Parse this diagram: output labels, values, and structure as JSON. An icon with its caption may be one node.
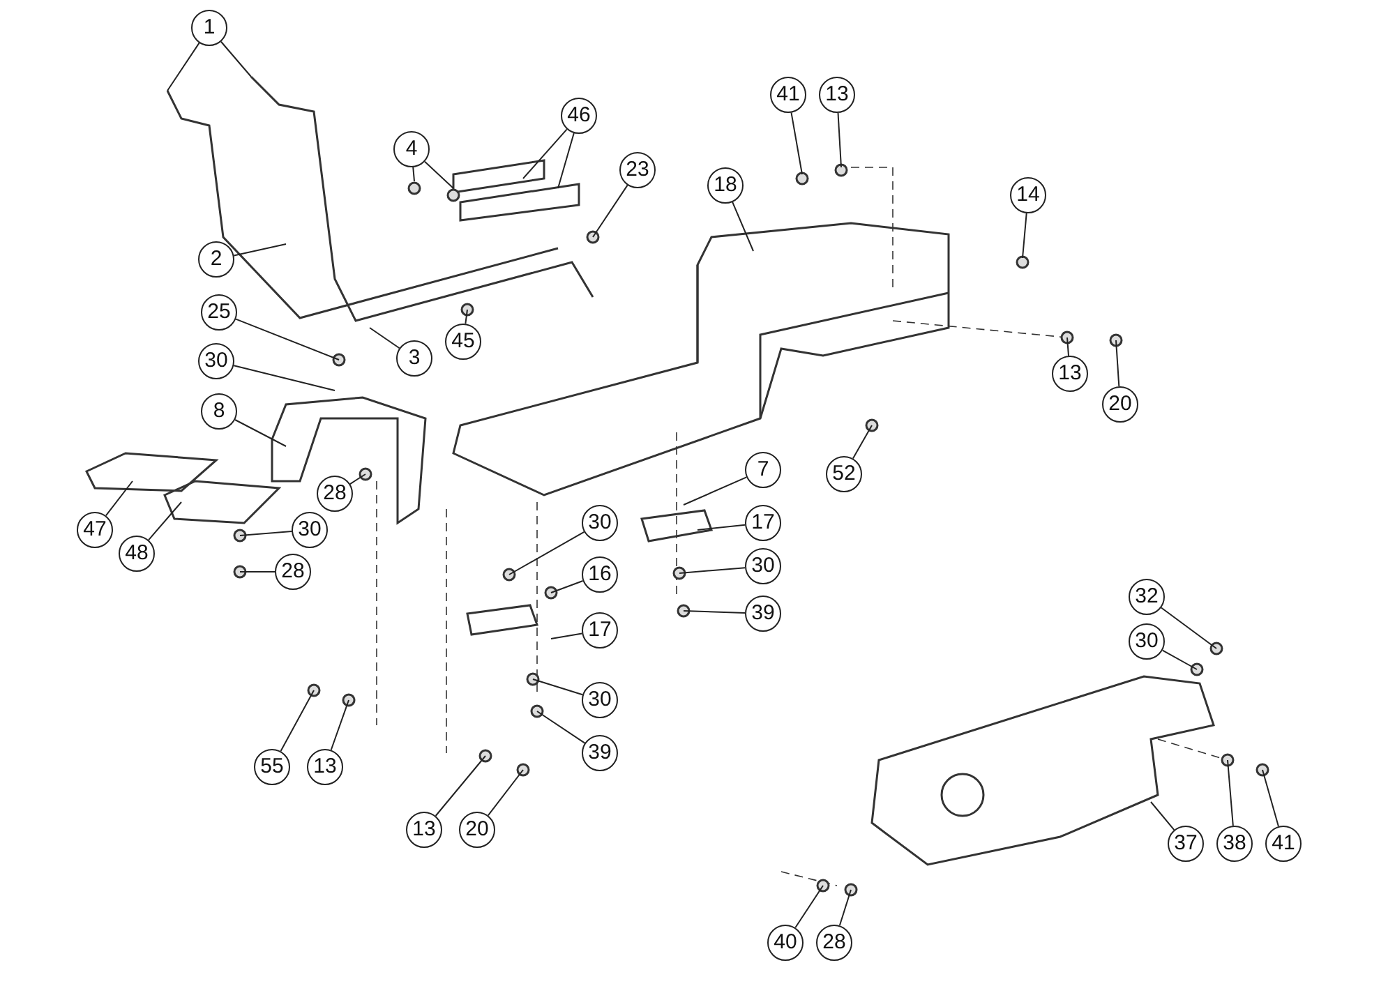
{
  "diagram": {
    "nodes": [
      {
        "text": [
          "1"
        ]
      },
      {
        "text": [
          "41"
        ]
      },
      {
        "text": [
          "13"
        ]
      },
      {
        "text": [
          "46"
        ]
      },
      {
        "text": [
          "4"
        ]
      },
      {
        "text": [
          "23"
        ]
      },
      {
        "text": [
          "18"
        ]
      },
      {
        "text": [
          "14"
        ]
      },
      {
        "text": [
          "2"
        ]
      },
      {
        "text": [
          "25"
        ]
      },
      {
        "text": [
          "3"
        ]
      },
      {
        "text": [
          "45"
        ]
      },
      {
        "text": [
          "30"
        ]
      },
      {
        "text": [
          "13"
        ]
      },
      {
        "text": [
          "20"
        ]
      },
      {
        "text": [
          "8"
        ]
      },
      {
        "text": [
          "52"
        ]
      },
      {
        "text": [
          "7"
        ]
      },
      {
        "text": [
          "28"
        ]
      },
      {
        "text": [
          "47"
        ]
      },
      {
        "text": [
          "30"
        ]
      },
      {
        "text": [
          "48"
        ]
      },
      {
        "text": [
          "30"
        ]
      },
      {
        "text": [
          "17"
        ]
      },
      {
        "text": [
          "28"
        ]
      },
      {
        "text": [
          "16"
        ]
      },
      {
        "text": [
          "30"
        ]
      },
      {
        "text": [
          "39"
        ]
      },
      {
        "text": [
          "17"
        ]
      },
      {
        "text": [
          "32"
        ]
      },
      {
        "text": [
          "30"
        ]
      },
      {
        "text": [
          "30"
        ]
      },
      {
        "text": [
          "39"
        ]
      },
      {
        "text": [
          "55"
        ]
      },
      {
        "text": [
          "13"
        ]
      },
      {
        "text": [
          "13"
        ]
      },
      {
        "text": [
          "20"
        ]
      },
      {
        "text": [
          "37"
        ]
      },
      {
        "text": [
          "38"
        ]
      },
      {
        "text": [
          "41"
        ]
      },
      {
        "text": [
          "40"
        ]
      },
      {
        "text": [
          "28"
        ]
      }
    ],
    "edges": [
      {
        "from": 0,
        "to": null,
        "arrow": "none"
      },
      {
        "from": 0,
        "to": null,
        "arrow": "none"
      },
      {
        "from": 1,
        "to": null,
        "arrow": "none"
      },
      {
        "from": 2,
        "to": null,
        "arrow": "none"
      },
      {
        "from": 3,
        "to": null,
        "arrow": "none"
      },
      {
        "from": 3,
        "to": null,
        "arrow": "none"
      },
      {
        "from": 4,
        "to": null,
        "arrow": "none"
      },
      {
        "from": 4,
        "to": null,
        "arrow": "none"
      },
      {
        "from": 5,
        "to": null,
        "arrow": "none"
      },
      {
        "from": 6,
        "to": null,
        "arrow": "none"
      },
      {
        "from": 7,
        "to": null,
        "arrow": "none"
      },
      {
        "from": 8,
        "to": null,
        "arrow": "none"
      },
      {
        "from": 9,
        "to": null,
        "arrow": "none"
      },
      {
        "from": 10,
        "to": null,
        "arrow": "none"
      },
      {
        "from": 11,
        "to": null,
        "arrow": "none"
      },
      {
        "from": 12,
        "to": null,
        "arrow": "none"
      },
      {
        "from": 13,
        "to": null,
        "arrow": "none"
      },
      {
        "from": 14,
        "to": null,
        "arrow": "none"
      },
      {
        "from": 15,
        "to": null,
        "arrow": "none"
      },
      {
        "from": 16,
        "to": null,
        "arrow": "none"
      },
      {
        "from": 17,
        "to": null,
        "arrow": "none"
      },
      {
        "from": 18,
        "to": null,
        "arrow": "none"
      },
      {
        "from": 19,
        "to": null,
        "arrow": "none"
      },
      {
        "from": 20,
        "to": null,
        "arrow": "none"
      },
      {
        "from": 21,
        "to": null,
        "arrow": "none"
      },
      {
        "from": 22,
        "to": null,
        "arrow": "none"
      },
      {
        "from": 23,
        "to": null,
        "arrow": "none"
      },
      {
        "from": 24,
        "to": null,
        "arrow": "none"
      },
      {
        "from": 25,
        "to": null,
        "arrow": "none"
      },
      {
        "from": 26,
        "to": null,
        "arrow": "none"
      },
      {
        "from": 27,
        "to": null,
        "arrow": "none"
      },
      {
        "from": 28,
        "to": null,
        "arrow": "none"
      },
      {
        "from": 29,
        "to": null,
        "arrow": "none"
      },
      {
        "from": 30,
        "to": null,
        "arrow": "none"
      },
      {
        "from": 31,
        "to": null,
        "arrow": "none"
      },
      {
        "from": 32,
        "to": null,
        "arrow": "none"
      },
      {
        "from": 33,
        "to": null,
        "arrow": "none"
      },
      {
        "from": 34,
        "to": null,
        "arrow": "none"
      },
      {
        "from": 35,
        "to": null,
        "arrow": "none"
      },
      {
        "from": 36,
        "to": null,
        "arrow": "none"
      },
      {
        "from": 37,
        "to": null,
        "arrow": "none"
      },
      {
        "from": 38,
        "to": null,
        "arrow": "none"
      },
      {
        "from": 39,
        "to": null,
        "arrow": "none"
      },
      {
        "from": 40,
        "to": null,
        "arrow": "none"
      },
      {
        "from": 41,
        "to": null,
        "arrow": "none"
      }
    ]
  }
}
